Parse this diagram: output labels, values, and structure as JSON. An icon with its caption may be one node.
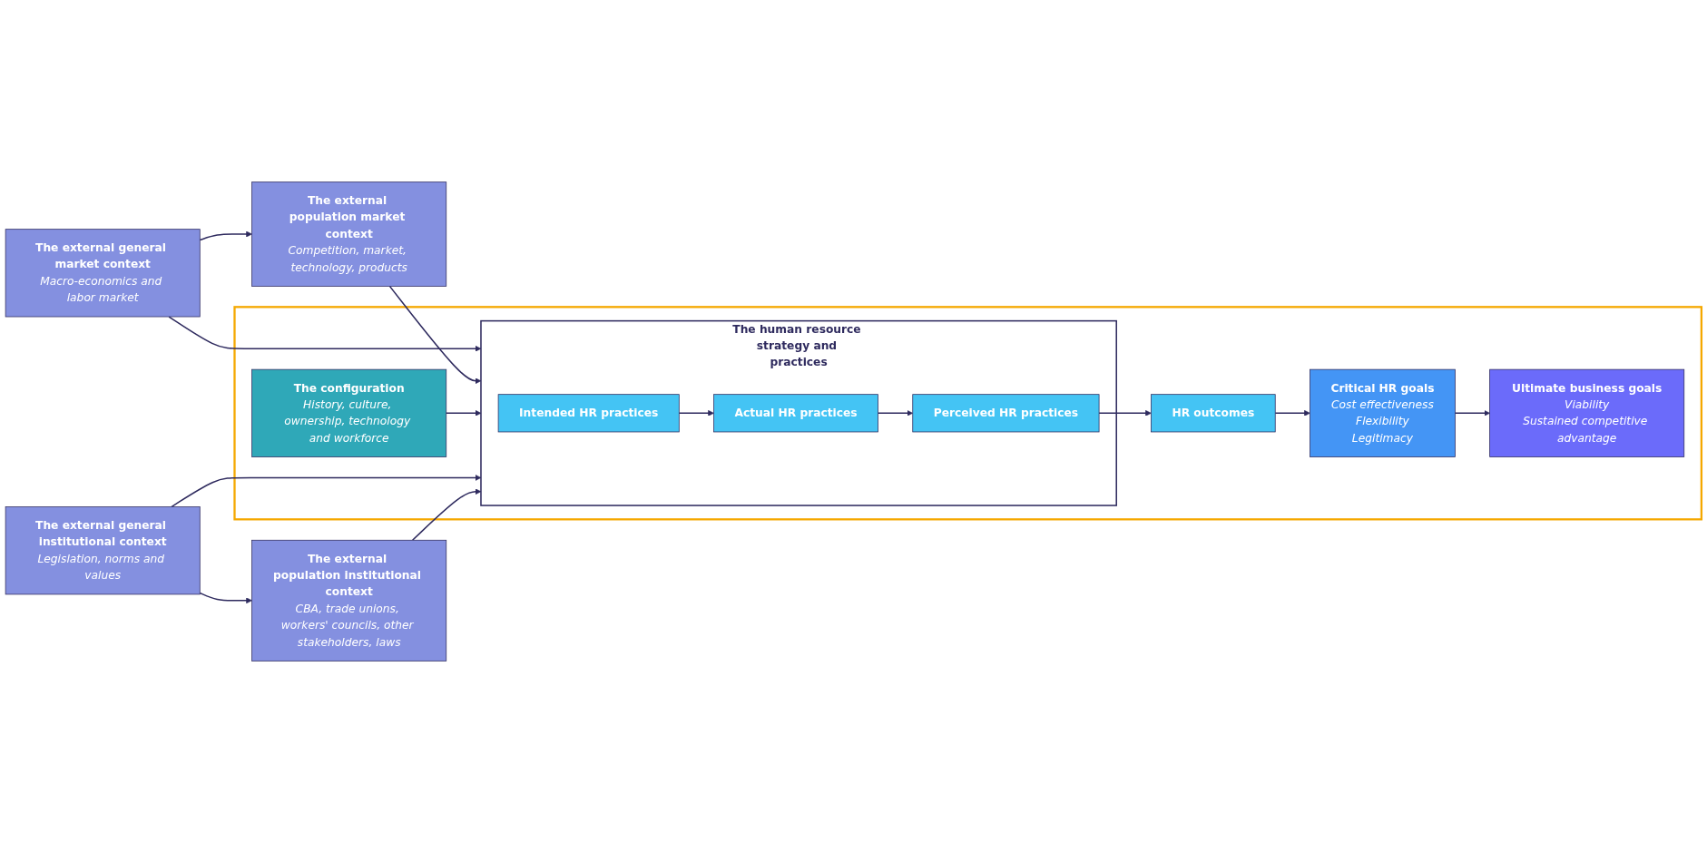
{
  "diagram": {
    "nodes": [
      {
        "text": [
          "The external general market context",
          "Macro-economics and labor market"
        ]
      },
      {
        "text": [
          "The external population market context",
          "Competition, market, technology, products"
        ]
      },
      {
        "text": [],
        "shape": "box"
      },
      {
        "text": [
          "The configuration",
          "History, culture, ownership, technology and workforce"
        ],
        "in": 2
      },
      {
        "text": [
          "The human resource strategy and practices"
        ],
        "in": 2
      },
      {
        "text": [
          "Intended HR practices"
        ],
        "in": 4
      },
      {
        "text": [
          "Actual HR practices"
        ],
        "in": 4
      },
      {
        "text": [
          "Perceived HR practices"
        ],
        "in": 4
      },
      {
        "text": [
          "HR outcomes"
        ],
        "in": 2
      },
      {
        "text": [
          "Critical HR goals",
          "Cost effectiveness",
          "Flexibility",
          "Legitimacy"
        ],
        "in": 2
      },
      {
        "text": [
          "Ultimate business goals",
          "Viability",
          "Sustained competitive advantage"
        ],
        "in": 2
      },
      {
        "text": [
          "The external general institutional context",
          "Legislation, norms and values"
        ]
      },
      {
        "text": [
          "The external population institutional context",
          "CBA, trade unions, workers' councils, other stakeholders, laws"
        ]
      }
    ],
    "edges": [
      {
        "from": 0,
        "to": 1,
        "arrow": "to"
      },
      {
        "from": 0,
        "to": 4,
        "arrow": "to"
      },
      {
        "from": 1,
        "to": 4,
        "arrow": "to"
      },
      {
        "from": 3,
        "to": 4,
        "arrow": "to"
      },
      {
        "from": 5,
        "to": 6,
        "arrow": "to"
      },
      {
        "from": 6,
        "to": 7,
        "arrow": "to"
      },
      {
        "from": 7,
        "to": 8,
        "arrow": "to"
      },
      {
        "from": 8,
        "to": 9,
        "arrow": "to"
      },
      {
        "from": 9,
        "to": 10,
        "arrow": "to"
      },
      {
        "from": 11,
        "to": 4,
        "arrow": "to"
      },
      {
        "from": 12,
        "to": 4,
        "arrow": "to"
      },
      {
        "from": 11,
        "to": 12,
        "arrow": "to"
      }
    ]
  }
}
